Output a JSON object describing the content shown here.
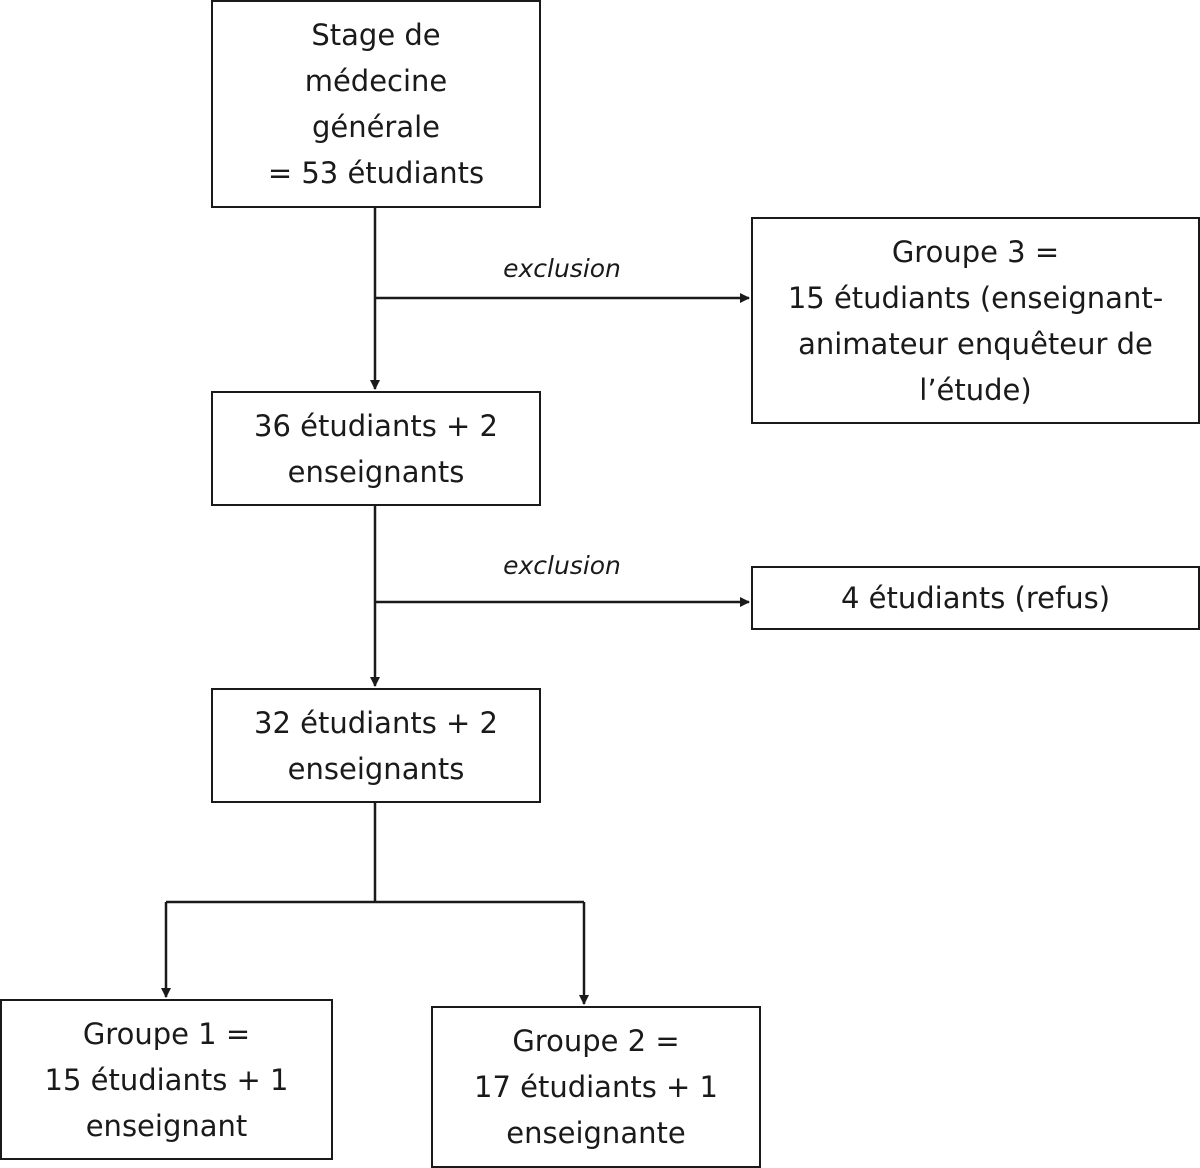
{
  "boxes": {
    "start": {
      "line1": "Stage de",
      "line2": "médecine",
      "line3": "générale",
      "line4": "= 53 étudiants"
    },
    "group3": {
      "line1": "Groupe 3 =",
      "line2": "15 étudiants (enseignant-",
      "line3": "animateur enquêteur de",
      "line4": "l’étude)"
    },
    "after_first_exclusion": {
      "line1": "36 étudiants + 2",
      "line2": "enseignants"
    },
    "refusals": {
      "line1": "4 étudiants (refus)"
    },
    "after_second_exclusion": {
      "line1": "32 étudiants + 2",
      "line2": "enseignants"
    },
    "group1": {
      "line1": "Groupe 1 =",
      "line2": "15 étudiants + 1",
      "line3": "enseignant"
    },
    "group2": {
      "line1": "Groupe 2 =",
      "line2": "17 étudiants + 1",
      "line3": "enseignante"
    }
  },
  "edge_labels": {
    "exclusion_1": "exclusion",
    "exclusion_2": "exclusion"
  },
  "colors": {
    "stroke": "#1a1a1a",
    "background": "#ffffff"
  }
}
